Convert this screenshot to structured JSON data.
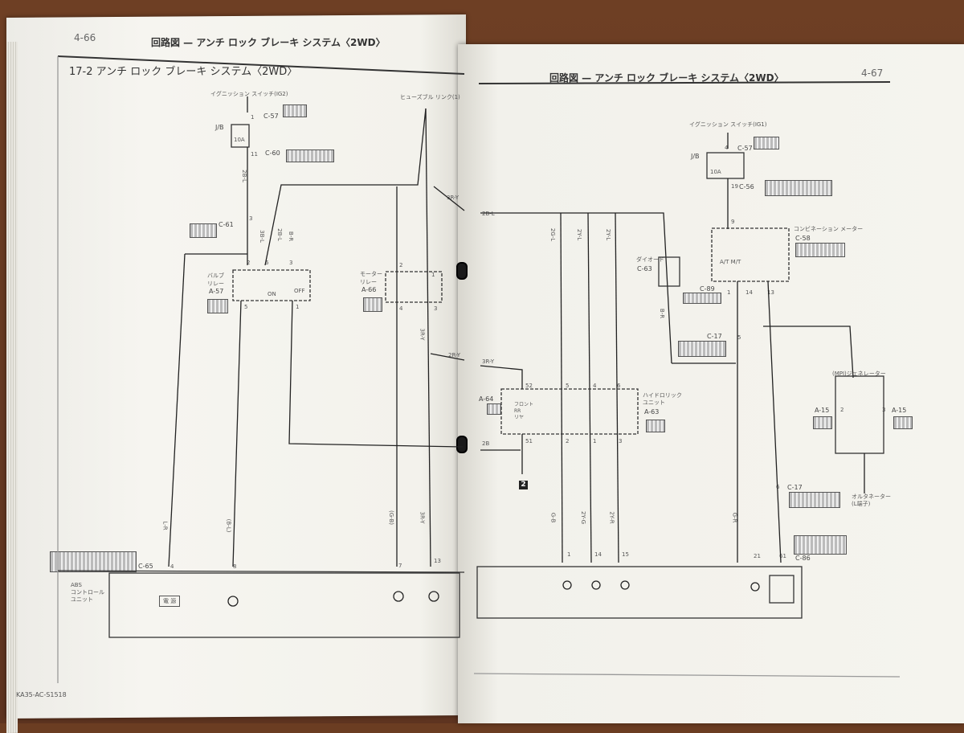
{
  "left_page": {
    "page_number": "4-66",
    "header": "回路図 — アンチ ロック ブレーキ システム〈2WD〉",
    "section_title": "17-2  アンチ  ロック  ブレーキ  システム〈2WD〉",
    "footer_code": "KA35-AC-S1518",
    "labels": {
      "ignition_switch": "イグニッション スイッチ(IG2)",
      "fusible_link": "ヒューズブル リンク(1)",
      "jb": "J/B",
      "fuse": "10A",
      "ecu": "ABS\nコントロール\nユニット",
      "power": "電 源",
      "valve_relay": "バルブ\nリレー",
      "motor_relay": "モーター\nリレー",
      "on": "ON",
      "off": "OFF"
    },
    "connectors": [
      "C-57",
      "C-60",
      "C-61",
      "A-57",
      "A-66",
      "C-65"
    ],
    "wire_colors": [
      "2B-L",
      "3B-L",
      "2B-L",
      "B-R",
      "L-R",
      "(B-L)",
      "(G-B)",
      "3R-Y",
      "3R-Y",
      "2R-Y",
      "3R-Y"
    ],
    "pins": [
      "1",
      "11",
      "3",
      "2",
      "6",
      "3",
      "5",
      "1",
      "2",
      "1",
      "4",
      "3",
      "4",
      "8",
      "7",
      "13"
    ]
  },
  "right_page": {
    "page_number": "4-67",
    "header": "回路図 — アンチ ロック ブレーキ システム〈2WD〉",
    "labels": {
      "ignition_switch": "イグニッション スイッチ(IG1)",
      "jb": "J/B",
      "fuse": "10A",
      "combination_meter": "コンビネーション メーター",
      "diode": "ダイオード",
      "hydraulic_unit": "ハイドロリック\nユニット",
      "at_mt": "A/T M/T",
      "mpi": "(MPI)ジェネレーター",
      "alternator": "オルタネーター\n(L端子)",
      "reserve": "フロント\nRR\nリヤ"
    },
    "connectors": [
      "C-57",
      "C-56",
      "C-58",
      "C-63",
      "C-89",
      "C-17",
      "A-64",
      "A-63",
      "A-15",
      "A-15",
      "C-17",
      "C-86"
    ],
    "wire_colors": [
      "2B-L",
      "3R-Y",
      "2B",
      "B-R",
      "2G-L",
      "2Y-L",
      "2Y-L",
      "G-B",
      "2Y-G",
      "2Y-R",
      "G-R"
    ],
    "pins": [
      "4",
      "19",
      "9",
      "1",
      "14",
      "13",
      "5",
      "52",
      "5",
      "4",
      "6",
      "51",
      "2",
      "1",
      "3",
      "1",
      "14",
      "15",
      "21",
      "61",
      "6",
      "2",
      "3"
    ],
    "callout": "2"
  }
}
